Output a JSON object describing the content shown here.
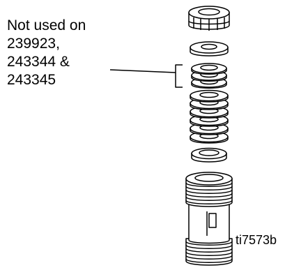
{
  "callout": {
    "lines": [
      "Not used on",
      "239923,",
      "243344 &",
      "243345"
    ]
  },
  "figure_id": "ti7573b",
  "colors": {
    "line": "#000000",
    "fill": "#ffffff"
  }
}
